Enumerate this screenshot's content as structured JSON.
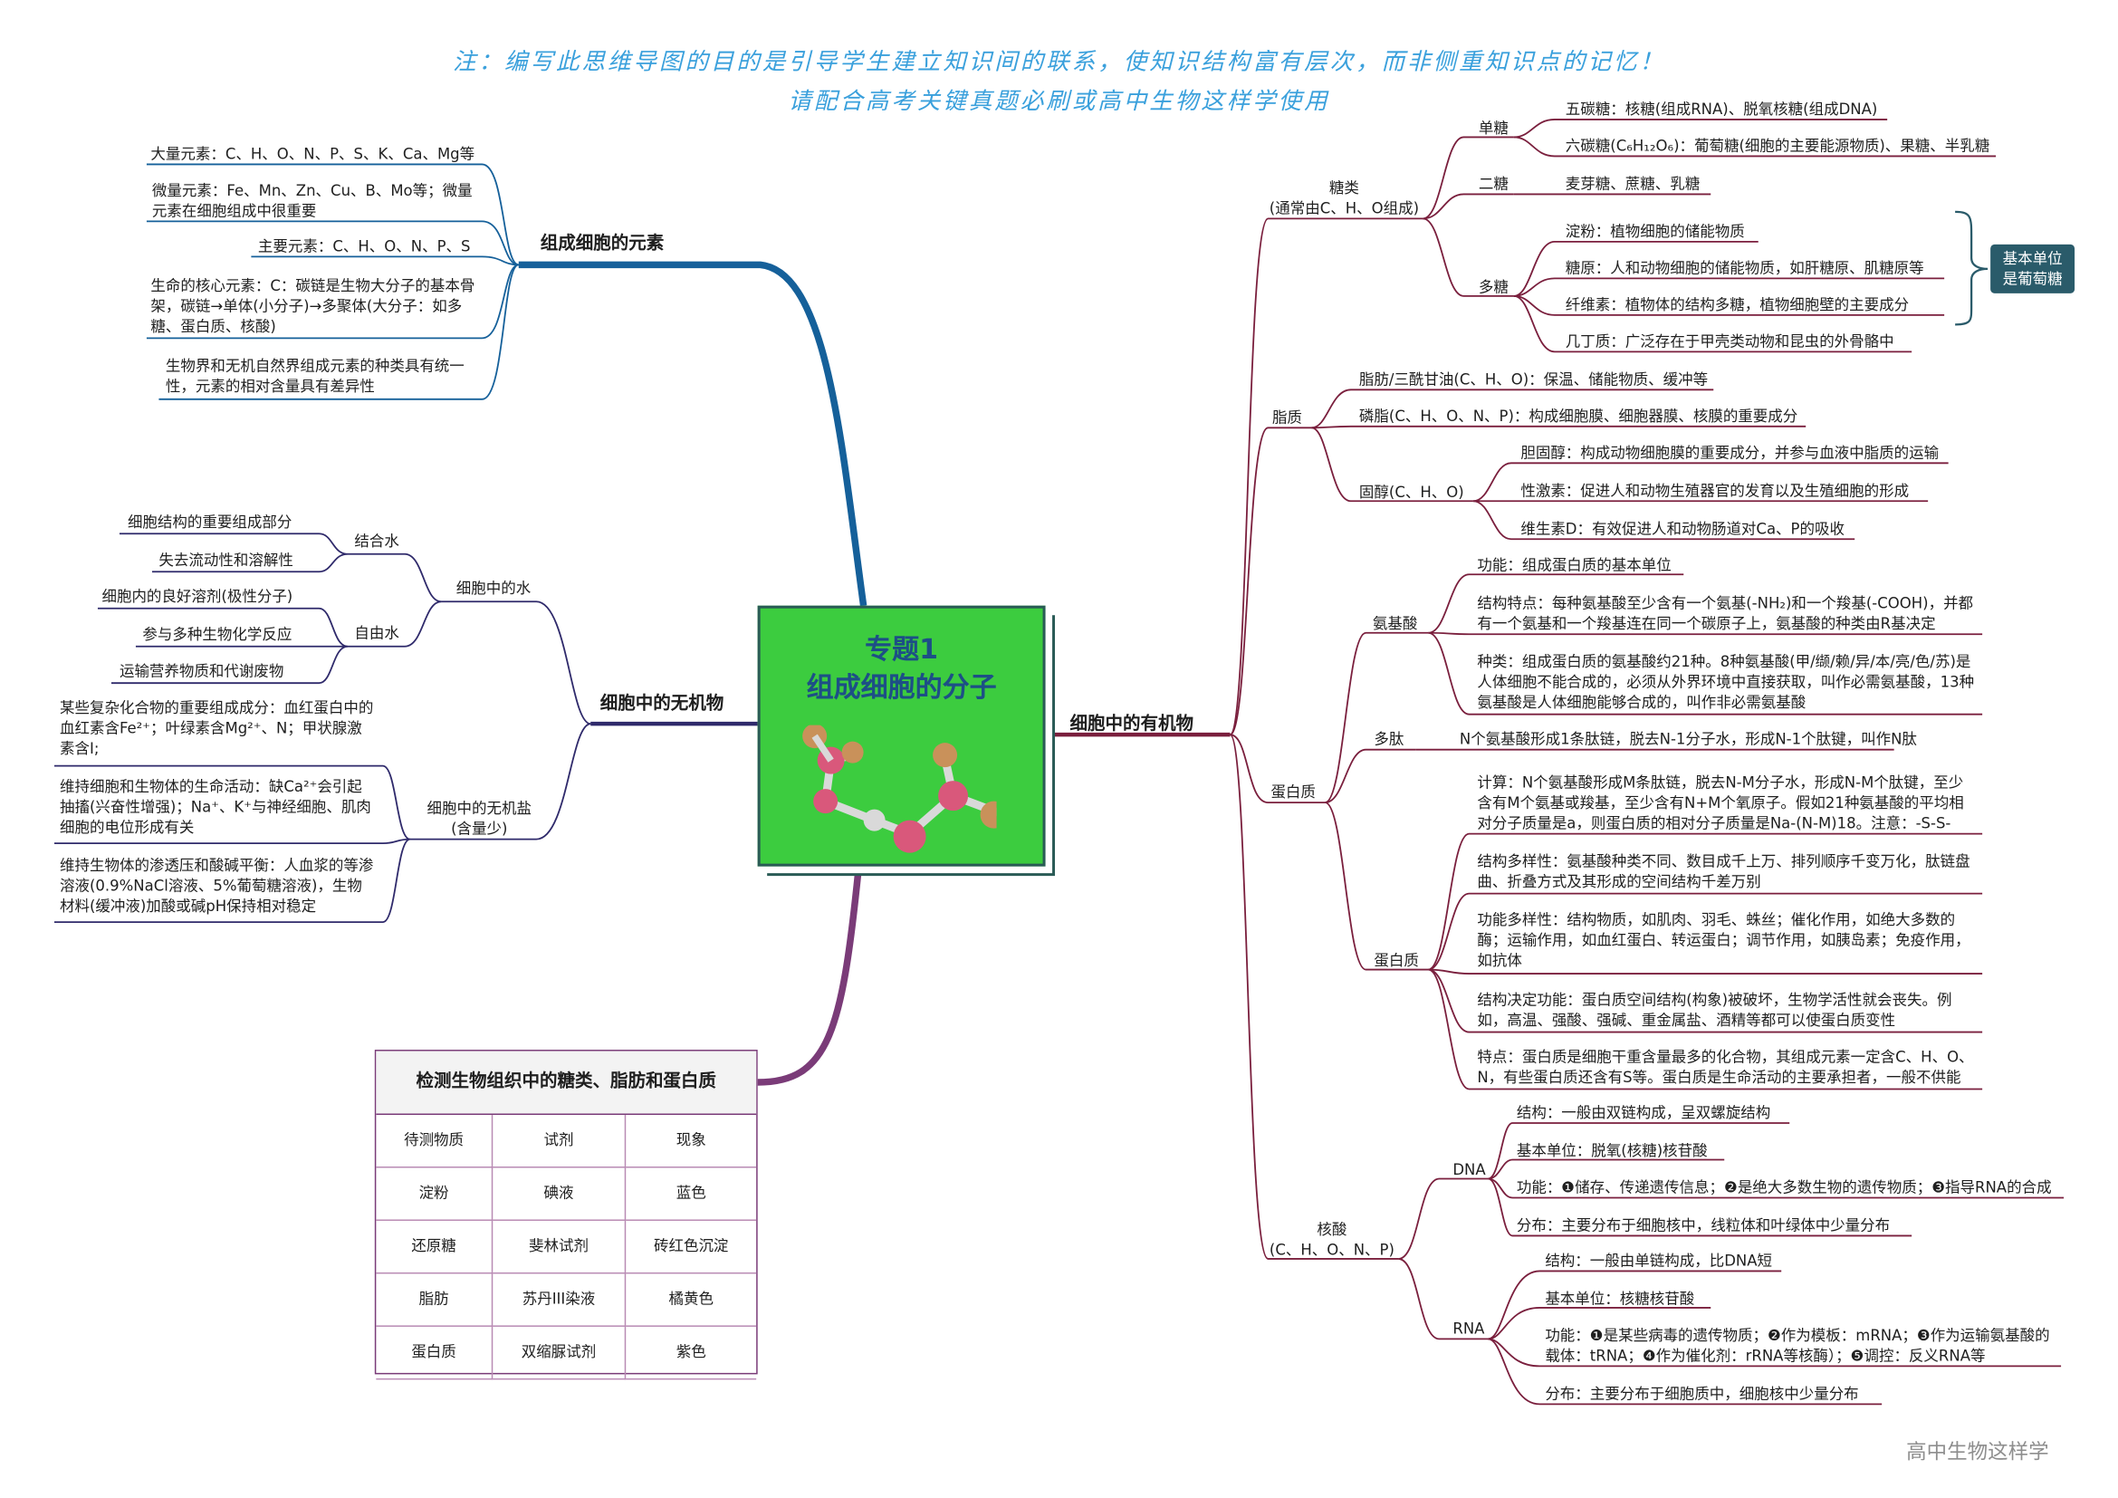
{
  "note": {
    "line1": "注：编写此思维导图的目的是引导学生建立知识间的联系，使知识结构富有层次，而非侧重知识点的记忆！",
    "line2": "请配合高考关键真题必刷或高中生物这样学使用"
  },
  "center": {
    "title_line1": "专题1",
    "title_line2": "组成细胞的分子"
  },
  "branch_elements": {
    "title": "组成细胞的元素",
    "items": [
      "大量元素：C、H、O、N、P、S、K、Ca、Mg等",
      "微量元素：Fe、Mn、Zn、Cu、B、Mo等；微量元素在细胞组成中很重要",
      "主要元素：C、H、O、N、P、S",
      "生命的核心元素：C：碳链是生物大分子的基本骨架，碳链→单体(小分子)→多聚体(大分子：如多糖、蛋白质、核酸)",
      "生物界和无机自然界组成元素的种类具有统一性，元素的相对含量具有差异性"
    ]
  },
  "branch_inorganic": {
    "title": "细胞中的无机物",
    "water": {
      "label": "细胞中的水",
      "bound": {
        "label": "结合水",
        "items": [
          "细胞结构的重要组成部分",
          "失去流动性和溶解性"
        ]
      },
      "free": {
        "label": "自由水",
        "items": [
          "细胞内的良好溶剂(极性分子)",
          "参与多种生物化学反应",
          "运输营养物质和代谢废物"
        ]
      }
    },
    "salt": {
      "label_line1": "细胞中的无机盐",
      "label_line2": "(含量少)",
      "items": [
        "某些复杂化合物的重要组成成分：血红蛋白中的血红素含Fe²⁺；叶绿素含Mg²⁺、N；甲状腺激素含I;",
        "维持细胞和生物体的生命活动：缺Ca²⁺会引起抽搐(兴奋性增强)；Na⁺、K⁺与神经细胞、肌肉细胞的电位形成有关",
        "维持生物体的渗透压和酸碱平衡：人血浆的等渗溶液(0.9%NaCl溶液、5%葡萄糖溶液)，生物材料(缓冲液)加酸或碱pH保持相对稳定"
      ]
    }
  },
  "detection": {
    "title": "检测生物组织中的糖类、脂肪和蛋白质",
    "headers": [
      "待测物质",
      "试剂",
      "现象"
    ],
    "rows": [
      [
        "淀粉",
        "碘液",
        "蓝色"
      ],
      [
        "还原糖",
        "斐林试剂",
        "砖红色沉淀"
      ],
      [
        "脂肪",
        "苏丹III染液",
        "橘黄色"
      ],
      [
        "蛋白质",
        "双缩脲试剂",
        "紫色"
      ]
    ]
  },
  "branch_organic": {
    "title": "细胞中的有机物",
    "sugar": {
      "label_line1": "糖类",
      "label_line2": "(通常由C、H、O组成)",
      "mono": {
        "label": "单糖",
        "items": [
          "五碳糖：核糖(组成RNA)、脱氧核糖(组成DNA)",
          "六碳糖(C₆H₁₂O₆)：葡萄糖(细胞的主要能源物质)、果糖、半乳糖"
        ]
      },
      "di": {
        "label": "二糖",
        "items": [
          "麦芽糖、蔗糖、乳糖"
        ]
      },
      "poly": {
        "label": "多糖",
        "items": [
          "淀粉：植物细胞的储能物质",
          "糖原：人和动物细胞的储能物质，如肝糖原、肌糖原等",
          "纤维素：植物体的结构多糖，植物细胞壁的主要成分",
          "几丁质：广泛存在于甲壳类动物和昆虫的外骨骼中"
        ]
      },
      "badge_line1": "基本单位",
      "badge_line2": "是葡萄糖"
    },
    "lipid": {
      "label": "脂质",
      "fat": "脂肪/三酰甘油(C、H、O)：保温、储能物质、缓冲等",
      "phospholipid": "磷脂(C、H、O、N、P)：构成细胞膜、细胞器膜、核膜的重要成分",
      "sterol": {
        "label": "固醇(C、H、O)",
        "items": [
          "胆固醇：构成动物细胞膜的重要成分，并参与血液中脂质的运输",
          "性激素：促进人和动物生殖器官的发育以及生殖细胞的形成",
          "维生素D：有效促进人和动物肠道对Ca、P的吸收"
        ]
      }
    },
    "protein": {
      "label": "蛋白质",
      "amino": {
        "label": "氨基酸",
        "items": [
          "功能：组成蛋白质的基本单位",
          "结构特点：每种氨基酸至少含有一个氨基(-NH₂)和一个羧基(-COOH)，并都有一个氨基和一个羧基连在同一个碳原子上，氨基酸的种类由R基决定",
          "种类：组成蛋白质的氨基酸约21种。8种氨基酸(甲/缬/赖/异/本/亮/色/苏)是人体细胞不能合成的，必须从外界环境中直接获取，叫作必需氨基酸，13种氨基酸是人体细胞能够合成的，叫作非必需氨基酸"
        ]
      },
      "peptide": {
        "label": "多肽",
        "items": [
          "N个氨基酸形成1条肽链，脱去N-1分子水，形成N-1个肽键，叫作N肽"
        ]
      },
      "protein": {
        "label": "蛋白质",
        "items": [
          "计算：N个氨基酸形成M条肽链，脱去N-M分子水，形成N-M个肽键，至少含有M个氨基或羧基，至少含有N+M个氧原子。假如21种氨基酸的平均相对分子质量是a，则蛋白质的相对分子质量是Na-(N-M)18。注意：-S-S-",
          "结构多样性：氨基酸种类不同、数目成千上万、排列顺序千变万化，肽链盘曲、折叠方式及其形成的空间结构千差万别",
          "功能多样性：结构物质，如肌肉、羽毛、蛛丝；催化作用，如绝大多数的酶；运输作用，如血红蛋白、转运蛋白；调节作用，如胰岛素；免疫作用，如抗体",
          "结构决定功能：蛋白质空间结构(构象)被破坏，生物学活性就会丧失。例如，高温、强酸、强碱、重金属盐、酒精等都可以使蛋白质变性",
          "特点：蛋白质是细胞干重含量最多的化合物，其组成元素一定含C、H、O、N，有些蛋白质还含有S等。蛋白质是生命活动的主要承担者，一般不供能"
        ]
      }
    },
    "nucleic": {
      "label_line1": "核酸",
      "label_line2": "(C、H、O、N、P)",
      "dna": {
        "label": "DNA",
        "items": [
          "结构：一般由双链构成，呈双螺旋结构",
          "基本单位：脱氧(核糖)核苷酸",
          "功能：❶储存、传递遗传信息；❷是绝大多数生物的遗传物质；❸指导RNA的合成",
          "分布：主要分布于细胞核中，线粒体和叶绿体中少量分布"
        ]
      },
      "rna": {
        "label": "RNA",
        "items": [
          "结构：一般由单链构成，比DNA短",
          "基本单位：核糖核苷酸",
          "功能：❶是某些病毒的遗传物质；❷作为模板：mRNA；❸作为运输氨基酸的载体：tRNA；❹作为催化剂：rRNA等核酶）；❺调控：反义RNA等",
          "分布：主要分布于细胞质中，细胞核中少量分布"
        ]
      }
    }
  },
  "footer": "高中生物这样学",
  "colors": {
    "blue_branch": "#15609a",
    "purple_branch": "#2f2a6b",
    "red_branch": "#7a1f3d",
    "table_branch": "#7a3b78",
    "center_bg": "#3ccc3f"
  }
}
